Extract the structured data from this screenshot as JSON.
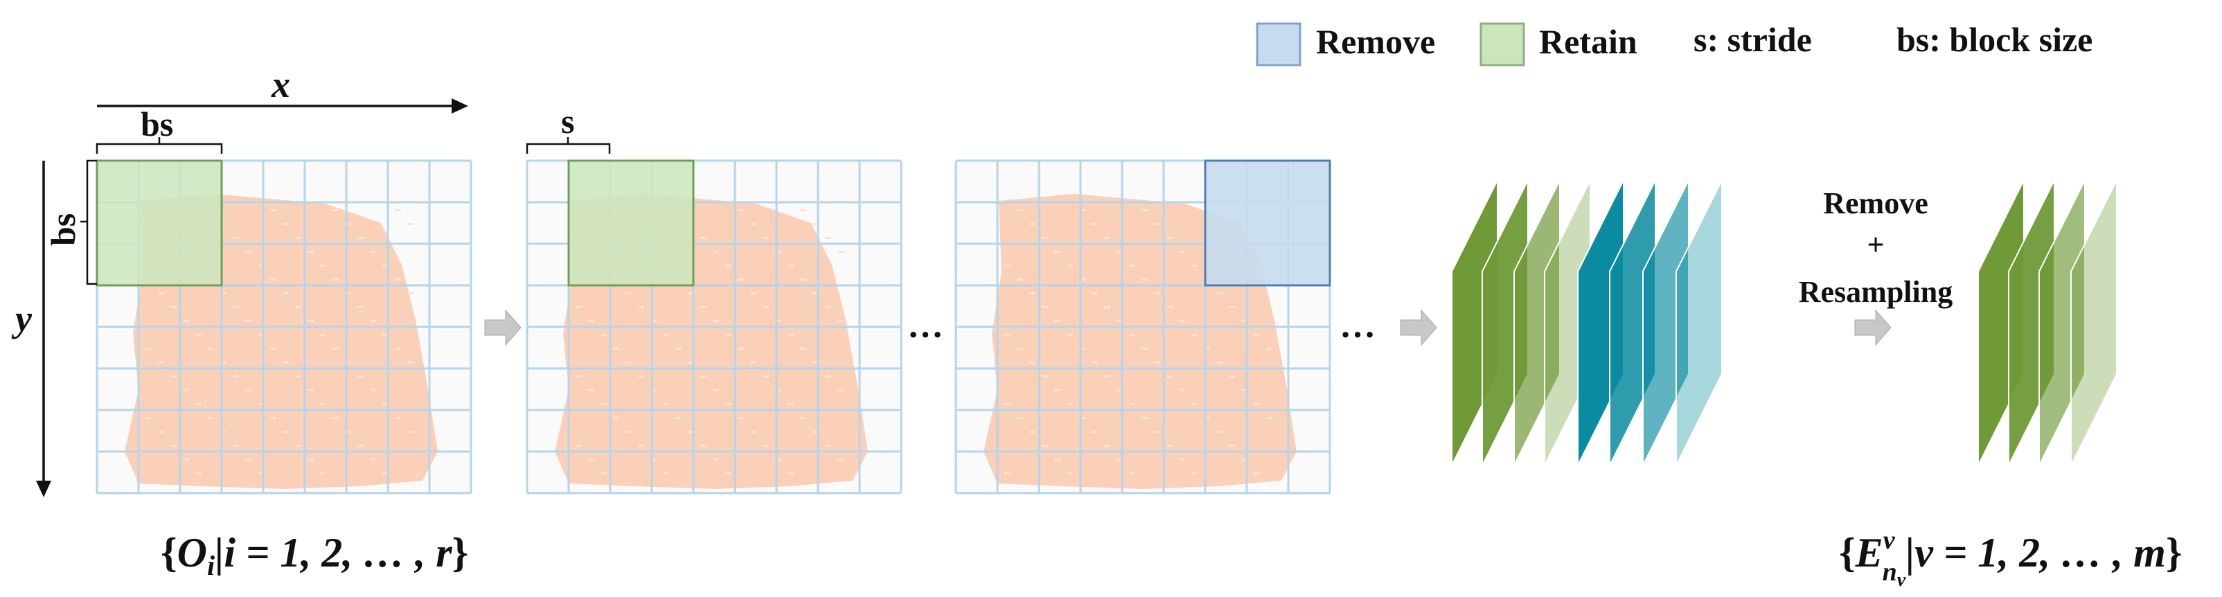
{
  "legend": {
    "remove_label": "Remove",
    "retain_label": "Retain",
    "stride_note": "s: stride",
    "block_size_note": "bs: block size"
  },
  "axes": {
    "x_label": "x",
    "y_label": "y",
    "bs_top": "bs",
    "bs_left": "bs",
    "s_label": "s"
  },
  "flow": {
    "ellipsis": "…",
    "step_line1": "Remove",
    "step_line2": "+",
    "step_line3": "Resampling"
  },
  "formulas": {
    "left": {
      "open": "{",
      "main": "O",
      "sub": "i",
      "rest": "|i = 1, 2, … , r",
      "close": "}"
    },
    "right": {
      "open": "{",
      "main": "E",
      "sup": "v",
      "sub": "n",
      "subsub": "v",
      "rest": "|v = 1, 2, … , m",
      "close": "}"
    }
  },
  "colors": {
    "remove_fill": "#c5dcf0",
    "remove_border": "#4f7fb5",
    "retain_fill": "#cbe6bd",
    "retain_border": "#6f9f5a",
    "grid_line": "#b7d4ea",
    "tissue": "#fad0b8",
    "arrow": "#c8c8c8",
    "green_dark": "#6f9a37",
    "teal_dark": "#0a8ba0"
  }
}
